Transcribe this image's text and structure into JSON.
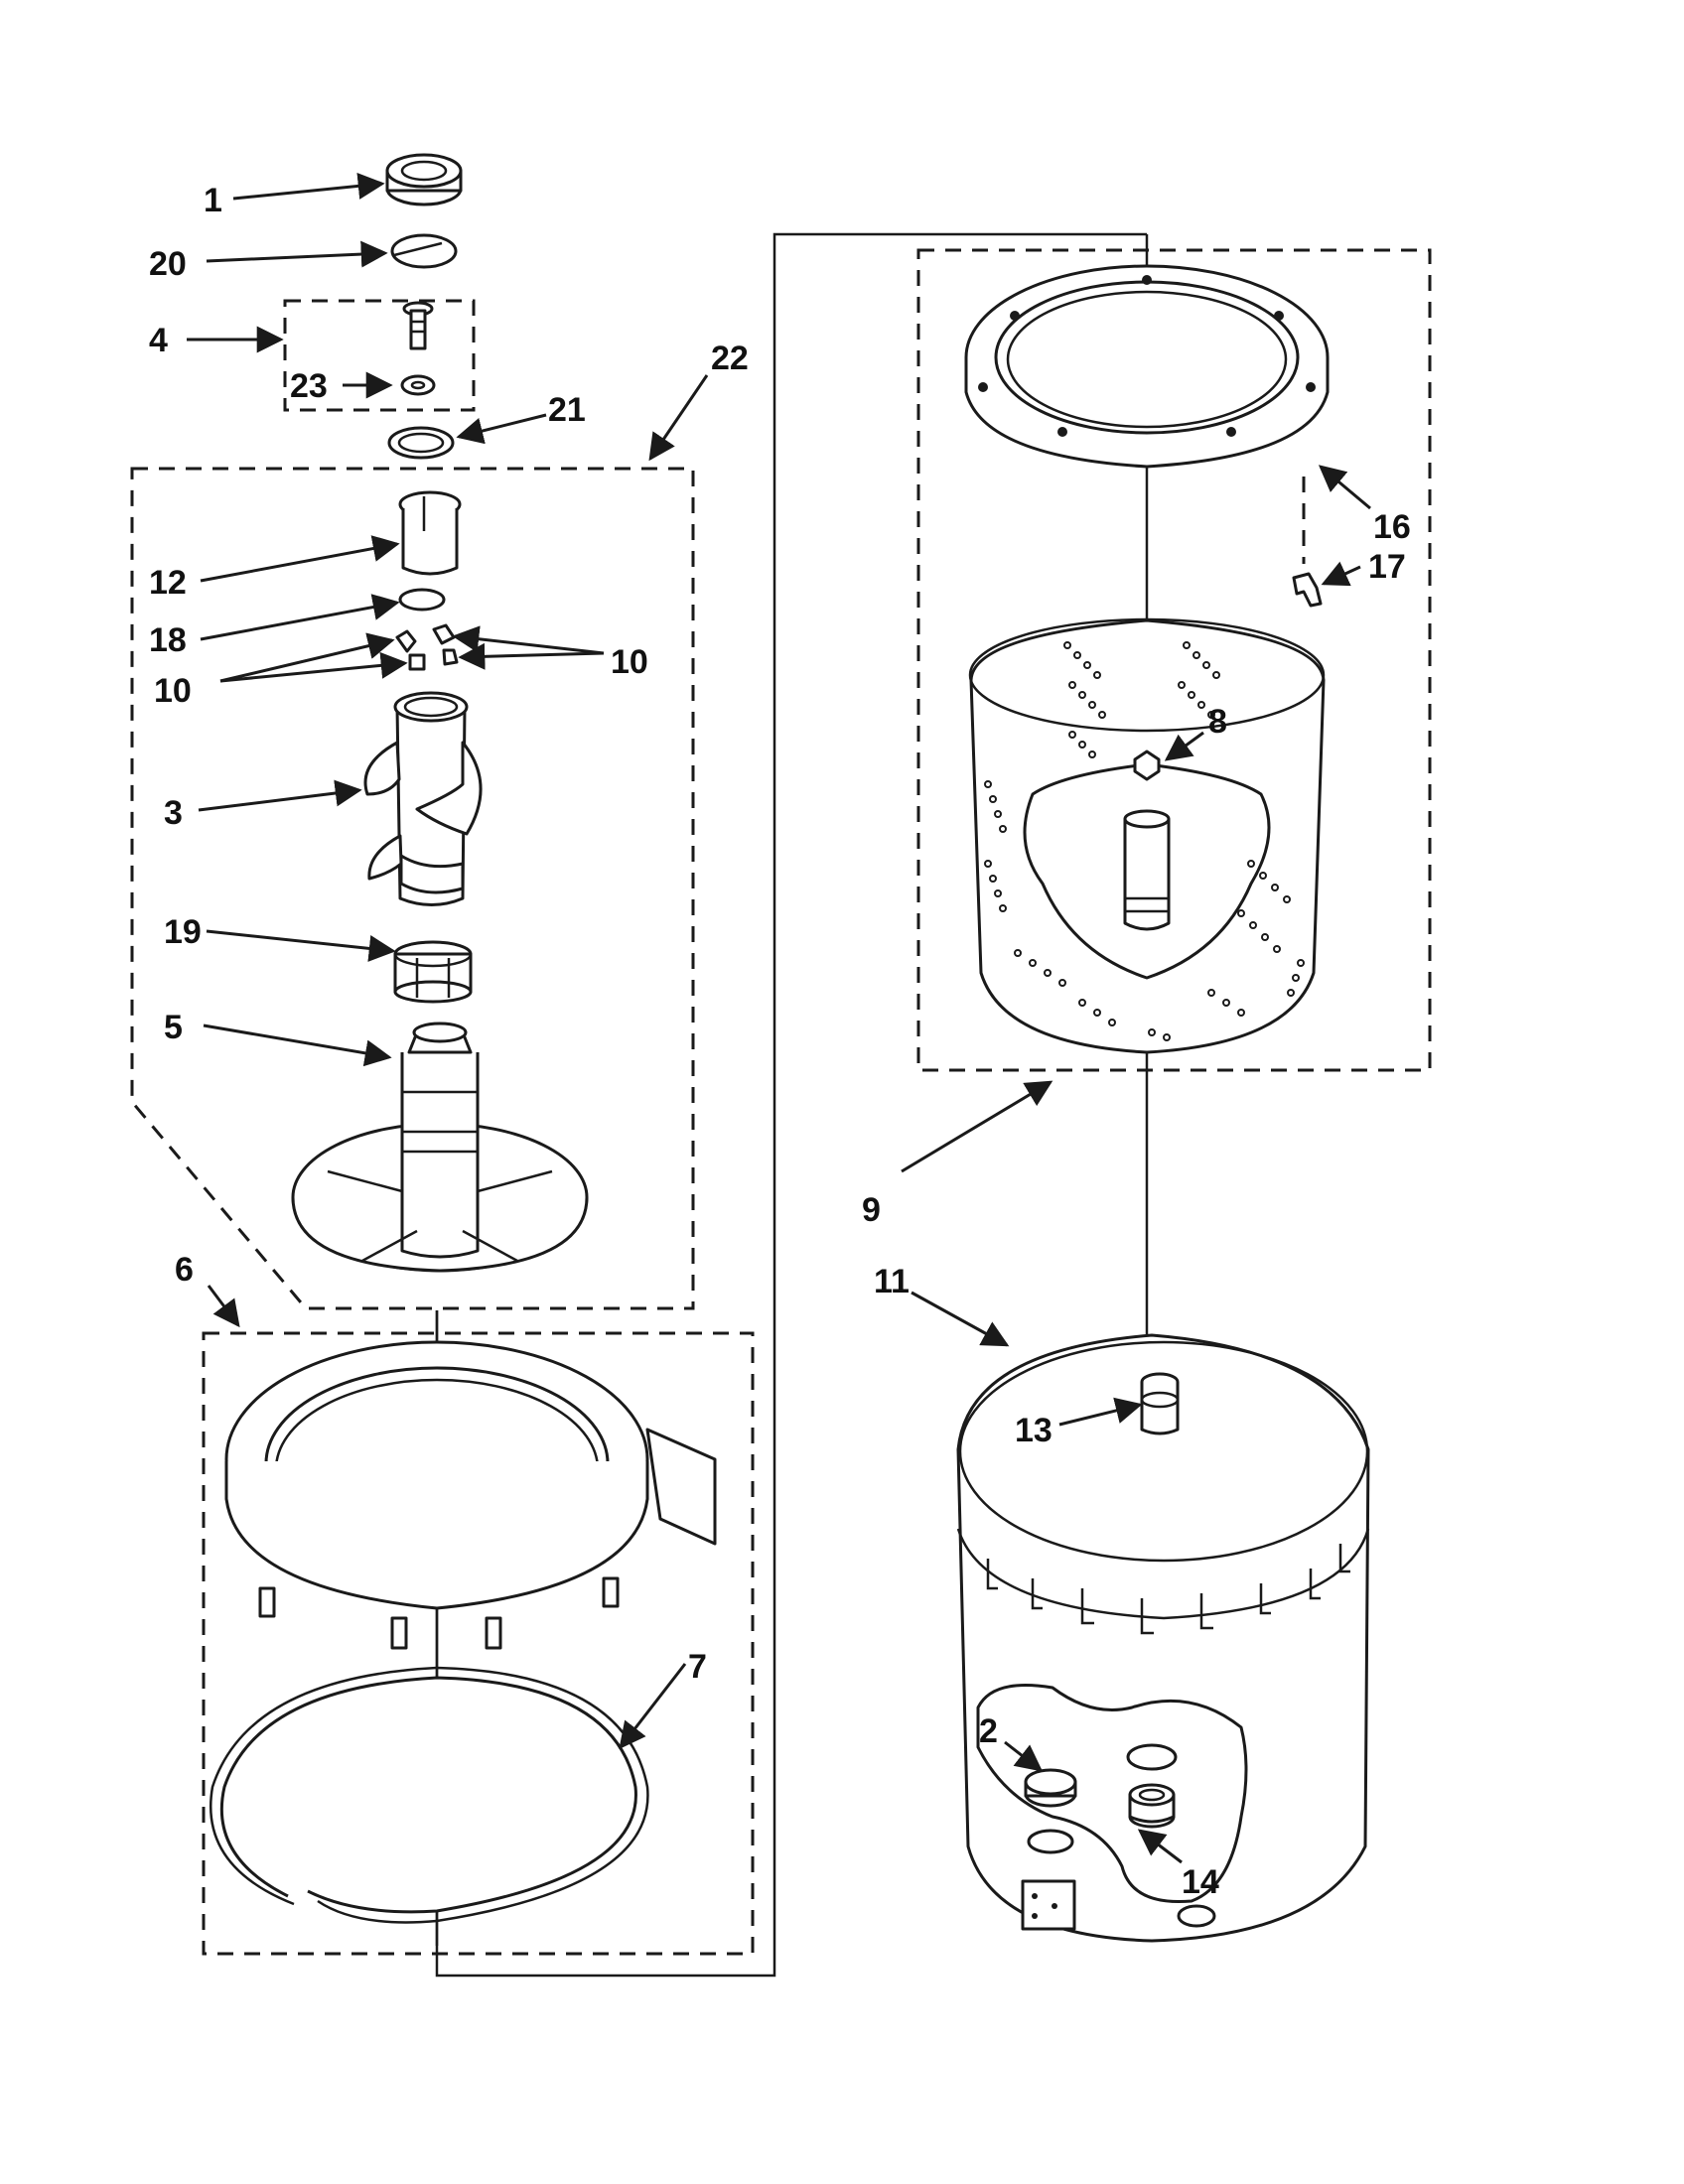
{
  "diagram": {
    "callouts": [
      {
        "id": "p1",
        "label": "1"
      },
      {
        "id": "p20",
        "label": "20"
      },
      {
        "id": "p4",
        "label": "4"
      },
      {
        "id": "p23",
        "label": "23"
      },
      {
        "id": "p21",
        "label": "21"
      },
      {
        "id": "p22",
        "label": "22"
      },
      {
        "id": "p12",
        "label": "12"
      },
      {
        "id": "p18",
        "label": "18"
      },
      {
        "id": "p10a",
        "label": "10"
      },
      {
        "id": "p10b",
        "label": "10"
      },
      {
        "id": "p3",
        "label": "3"
      },
      {
        "id": "p19",
        "label": "19"
      },
      {
        "id": "p5",
        "label": "5"
      },
      {
        "id": "p6",
        "label": "6"
      },
      {
        "id": "p7",
        "label": "7"
      },
      {
        "id": "p16",
        "label": "16"
      },
      {
        "id": "p17",
        "label": "17"
      },
      {
        "id": "p8",
        "label": "8"
      },
      {
        "id": "p9",
        "label": "9"
      },
      {
        "id": "p11",
        "label": "11"
      },
      {
        "id": "p13",
        "label": "13"
      },
      {
        "id": "p2",
        "label": "2"
      },
      {
        "id": "p14",
        "label": "14"
      }
    ]
  }
}
